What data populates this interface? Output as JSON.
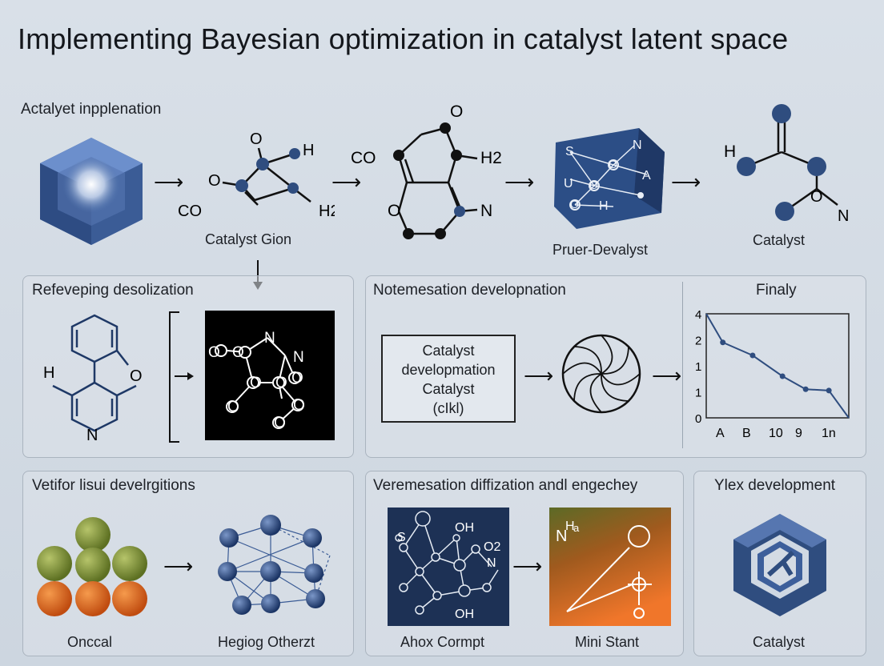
{
  "title": "Implementing Bayesian optimization in catalyst latent space",
  "top_row": {
    "section_label": "Actalyet inpplenation",
    "cube_caption": "",
    "mol1": {
      "atoms": [
        "O",
        "H",
        "O",
        "CO",
        "H2"
      ],
      "caption": "Catalyst Gion"
    },
    "mol2": {
      "atoms": [
        "O",
        "CO",
        "H2",
        "O",
        "N"
      ]
    },
    "box3d": {
      "atoms": [
        "S",
        "N",
        "O",
        "A",
        "U",
        "O",
        "O",
        "H"
      ],
      "caption": "Pruer-Devalyst"
    },
    "mol4": {
      "atoms": [
        "H",
        "O",
        "N"
      ],
      "caption": "Catalyst"
    }
  },
  "middle_row": {
    "left_panel": {
      "label": "Refeveping desolization",
      "ring_atoms": [
        "H",
        "O",
        "N"
      ],
      "graph_atoms": [
        "O",
        "O",
        "N",
        "N",
        "O",
        "O",
        "O",
        "O",
        "O",
        "O"
      ]
    },
    "center_panel": {
      "label": "Notemesation developnation",
      "box_lines": [
        "Catalyst",
        "developmation",
        "Catalyst",
        "(cIkl)"
      ]
    },
    "right_panel": {
      "label": "Finaly"
    }
  },
  "chart_data": {
    "type": "line",
    "categories": [
      "A",
      "B",
      "10",
      "9",
      "1n"
    ],
    "y_tick_labels": [
      "4",
      "2",
      "1",
      "1",
      "0"
    ],
    "series": [
      {
        "values": [
          4.0,
          2.9,
          2.4,
          1.6,
          1.1,
          1.05,
          0.0
        ]
      }
    ],
    "x_positions": [
      0,
      0.5,
      1.4,
      2.3,
      3.0,
      3.7,
      4.3
    ],
    "xlabel": "",
    "ylabel": "",
    "ylim": [
      0,
      4
    ],
    "grid": false
  },
  "bottom_row": {
    "left_panel": {
      "label": "Vetifor lisui develrgitions",
      "caption1": "Onccal",
      "caption2": "Hegiog Otherzt"
    },
    "center_panel": {
      "label": "Veremesation diffization andl engechey",
      "mol_atoms": [
        "S",
        "OH",
        "O2",
        "N",
        "OH"
      ],
      "caption1": "Ahox Cormpt",
      "heat_atoms": [
        "H",
        "a",
        "N"
      ],
      "caption2": "Mini Stant"
    },
    "right_panel": {
      "label": "Ylex development",
      "caption": "Catalyst"
    }
  },
  "colors": {
    "accent_blue": "#2f4d7f",
    "dark_blue": "#1e3866",
    "olive": "#7a8e34",
    "orange": "#e0661d",
    "background": "#d4dbe4"
  },
  "icons": [
    "glowing-cube-icon",
    "right-arrow-icon",
    "down-arrow-icon",
    "spiral-aperture-icon",
    "hexagon-logo-icon"
  ]
}
